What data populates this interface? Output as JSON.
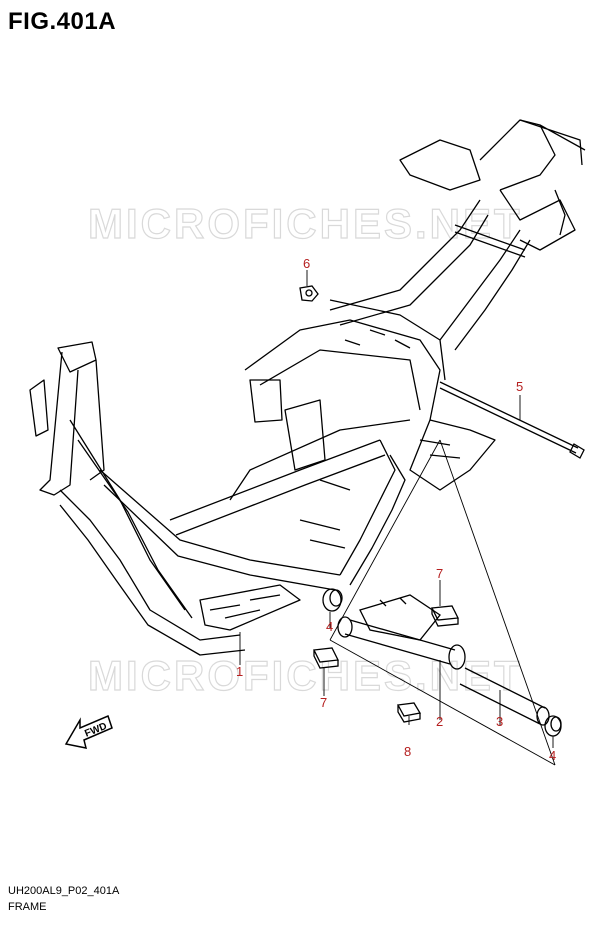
{
  "figure": {
    "title": "FIG.401A"
  },
  "watermark": "MICROFICHES.NET",
  "fwd_label": "FWD",
  "callouts": [
    "1",
    "2",
    "3",
    "4",
    "4",
    "5",
    "6",
    "7",
    "7",
    "8"
  ],
  "footer": {
    "code": "UH200AL9_P02_401A",
    "name": "FRAME"
  },
  "colors": {
    "callout": "#b51f1f",
    "line": "#000000",
    "watermark": "#d9d9d9"
  }
}
